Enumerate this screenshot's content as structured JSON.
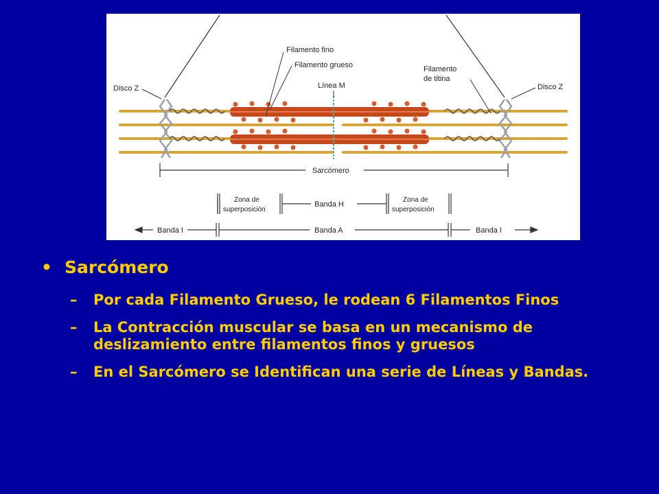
{
  "diagram": {
    "labels": {
      "disco_z_left": "Disco Z",
      "disco_z_right": "Disco Z",
      "filamento_fino": "Filamento fino",
      "filamento_grueso": "Filamento grueso",
      "linea_m": "Línea M",
      "filamento_titina_1": "Filamento",
      "filamento_titina_2": "de titina",
      "sarcomero": "Sarcómero",
      "zona_izq_1": "Zona de",
      "zona_izq_2": "superposición",
      "banda_h": "Banda H",
      "zona_der_1": "Zona de",
      "zona_der_2": "superposición",
      "banda_i_left": "Banda I",
      "banda_a": "Banda A",
      "banda_i_right": "Banda I"
    },
    "colors": {
      "thin_filament": "#d9a436",
      "thick_filament": "#c8481e",
      "titin": "#5a5a5a",
      "z_disc": "#9aa0a8",
      "m_line": "#4fb3a2"
    }
  },
  "bullets": {
    "main_marker": "•",
    "sub_marker": "–",
    "heading": "Sarcómero",
    "items": [
      "Por cada Filamento Grueso, le rodean 6 Filamentos Finos",
      "La Contracción muscular se basa en un mecanismo de deslizamiento entre filamentos finos y gruesos",
      "En el Sarcómero se Identifican una serie de Líneas y Bandas."
    ]
  }
}
